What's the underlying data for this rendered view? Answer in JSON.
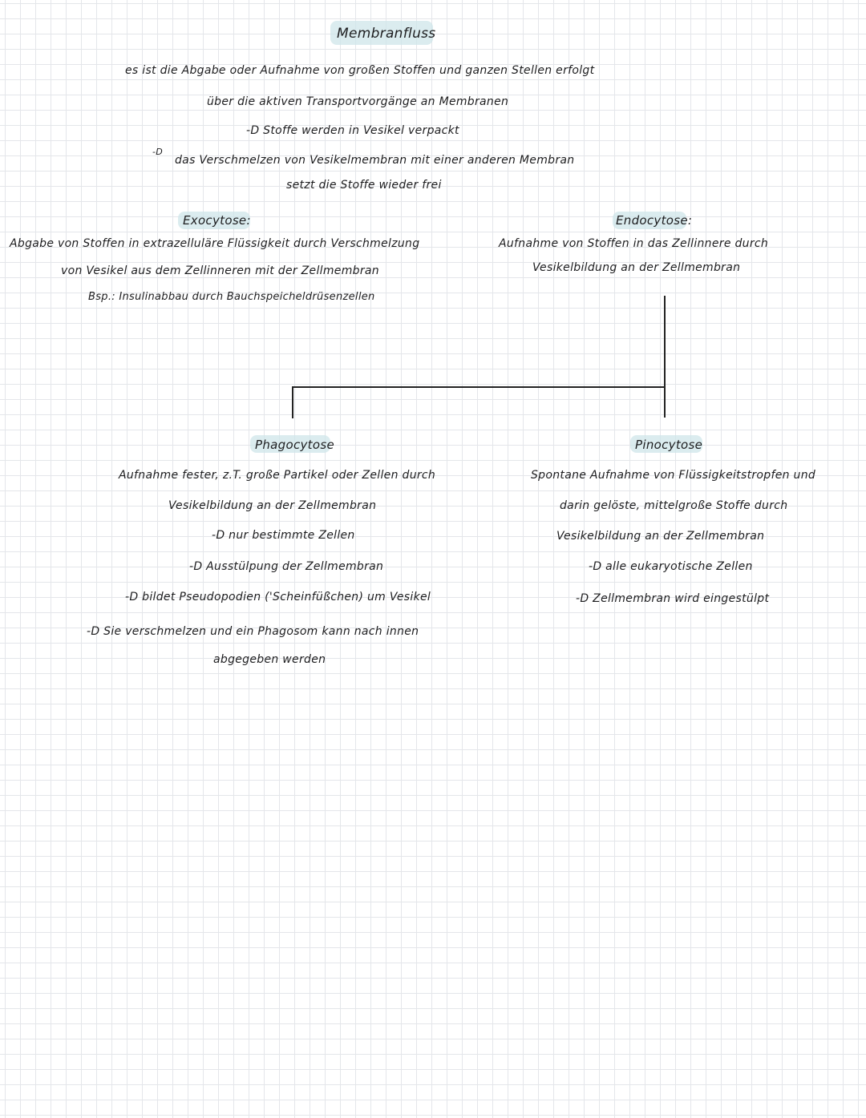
{
  "title": "Membranfluss",
  "intro": {
    "line1": "es ist die Abgabe oder Aufnahme von großen Stoffen und ganzen Stellen erfolgt",
    "line2": "über die aktiven Transportvorgänge an Membranen",
    "line3": "-D Stoffe werden in Vesikel verpackt",
    "line4": "das Verschmelzen von Vesikelmembran mit einer anderen Membran",
    "line5": "setzt die Stoffe wieder frei",
    "arrow": "-D"
  },
  "exocytose": {
    "heading": "Exocytose:",
    "line1": "Abgabe von Stoffen in extrazelluläre Flüssigkeit durch Verschmelzung",
    "line2": "von Vesikel aus dem Zellinneren mit der Zellmembran",
    "line3": "Bsp.: Insulinabbau durch Bauchspeicheldrüsenzellen"
  },
  "endocytose": {
    "heading": "Endocytose:",
    "line1": "Aufnahme von Stoffen in das Zellinnere durch",
    "line2": "Vesikelbildung an der Zellmembran"
  },
  "phagocytose": {
    "heading": "Phagocytose",
    "line1": "Aufnahme fester, z.T. große Partikel oder Zellen durch",
    "line2": "Vesikelbildung an der Zellmembran",
    "line3": "-D nur bestimmte Zellen",
    "line4": "-D Ausstülpung der Zellmembran",
    "line5": "-D bildet Pseudopodien ('Scheinfüßchen) um Vesikel",
    "line6": "-D Sie verschmelzen und ein Phagosom kann nach innen",
    "line7": "abgegeben werden"
  },
  "pinocytose": {
    "heading": "Pinocytose",
    "line1": "Spontane Aufnahme von Flüssigkeitstropfen und",
    "line2": "darin gelöste, mittelgroße Stoffe durch",
    "line3": "Vesikelbildung an der Zellmembran",
    "line4": "-D alle eukaryotische Zellen",
    "line5": "-D Zellmembran wird eingestülpt"
  }
}
